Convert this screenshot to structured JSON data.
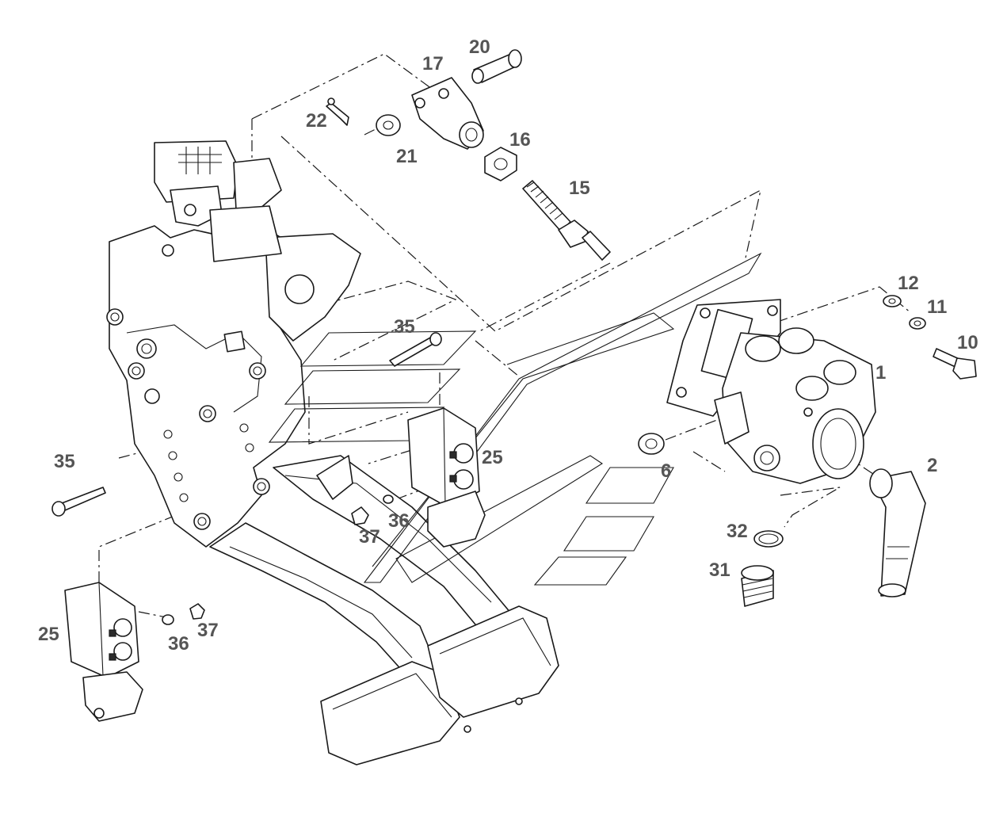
{
  "callouts": [
    {
      "id": "c20",
      "text": "20"
    },
    {
      "id": "c17",
      "text": "17"
    },
    {
      "id": "c22",
      "text": "22"
    },
    {
      "id": "c21",
      "text": "21"
    },
    {
      "id": "c16",
      "text": "16"
    },
    {
      "id": "c15",
      "text": "15"
    },
    {
      "id": "c12",
      "text": "12"
    },
    {
      "id": "c11",
      "text": "11"
    },
    {
      "id": "c10",
      "text": "10"
    },
    {
      "id": "c1",
      "text": "1"
    },
    {
      "id": "c35a",
      "text": "35"
    },
    {
      "id": "c25a",
      "text": "25"
    },
    {
      "id": "c6",
      "text": "6"
    },
    {
      "id": "c2",
      "text": "2"
    },
    {
      "id": "c35b",
      "text": "35"
    },
    {
      "id": "c36a",
      "text": "36"
    },
    {
      "id": "c37a",
      "text": "37"
    },
    {
      "id": "c32",
      "text": "32"
    },
    {
      "id": "c31",
      "text": "31"
    },
    {
      "id": "c25b",
      "text": "25"
    },
    {
      "id": "c36b",
      "text": "36"
    },
    {
      "id": "c37b",
      "text": "37"
    }
  ],
  "colors": {
    "line": "#1a1a1a",
    "label": "#555555",
    "background": "#ffffff"
  }
}
